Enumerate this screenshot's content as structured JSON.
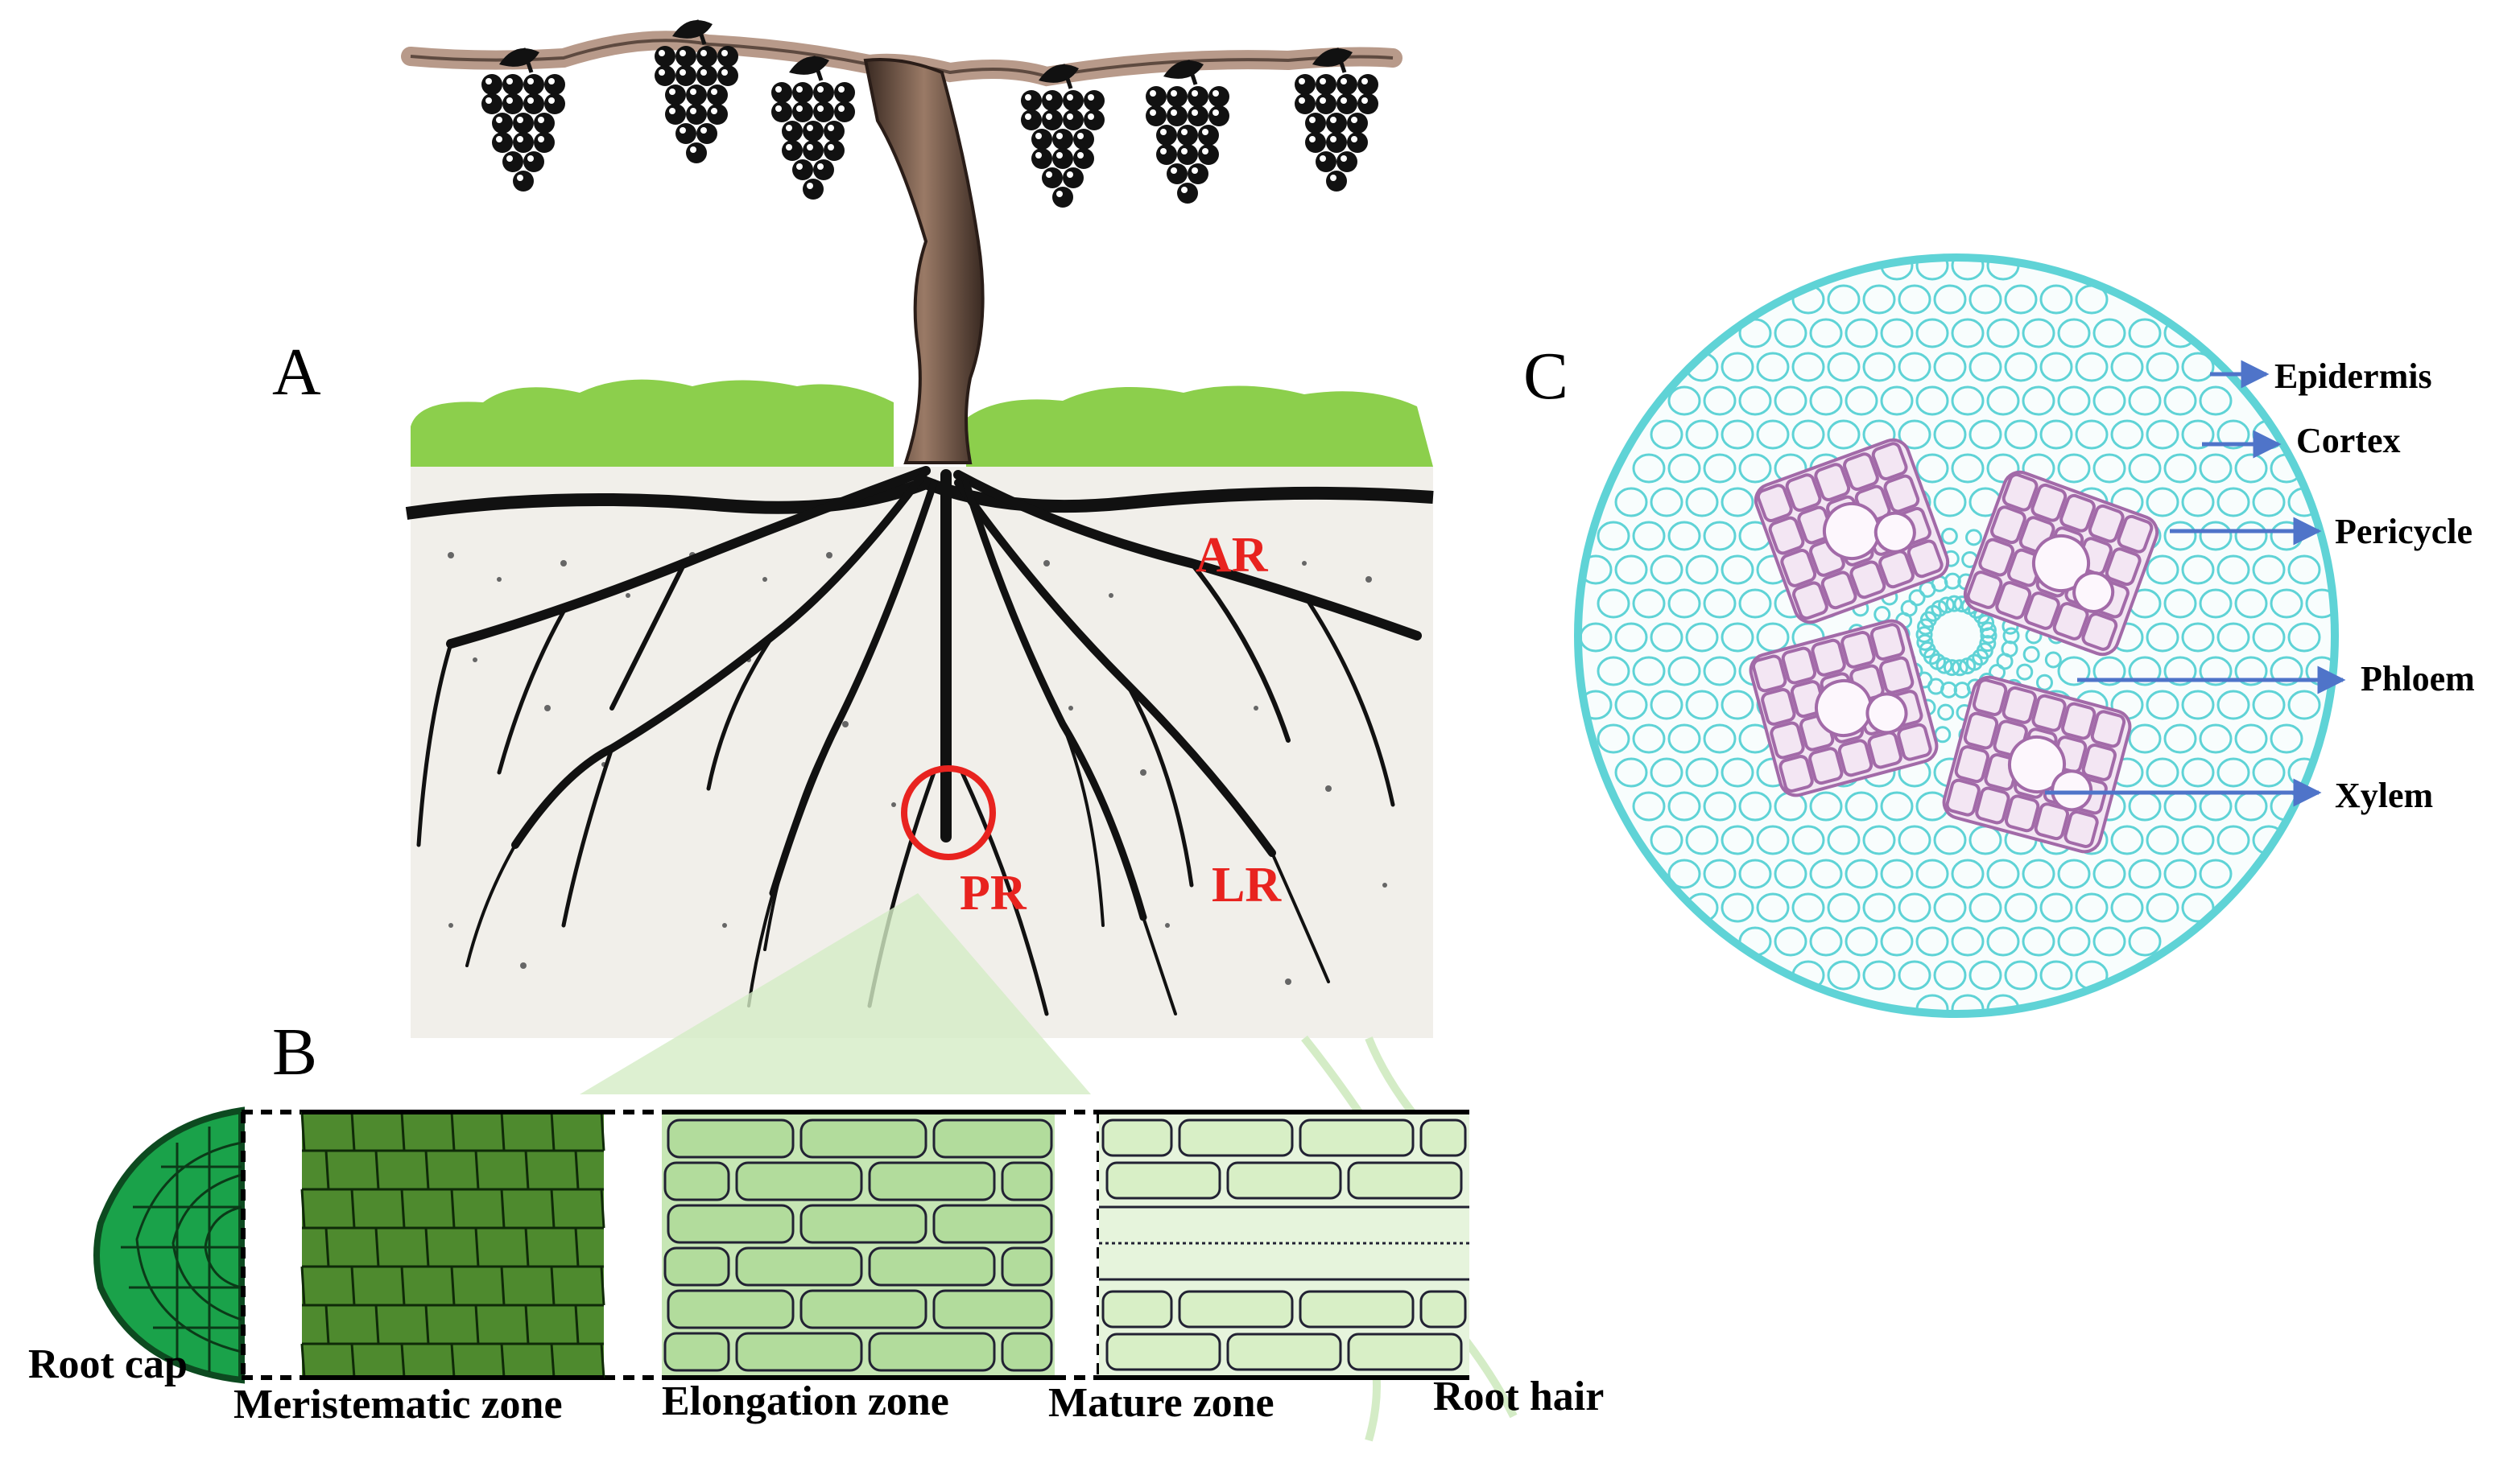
{
  "panels": {
    "a": "A",
    "b": "B",
    "c": "C"
  },
  "panel_a": {
    "root_labels": {
      "adventitious": "AR",
      "primary": "PR",
      "lateral": "LR"
    },
    "label_color": "#e8231f"
  },
  "panel_b": {
    "zones": {
      "root_cap": "Root cap",
      "meristematic": "Meristematic zone",
      "elongation": "Elongation zone",
      "mature": "Mature zone",
      "root_hair": "Root hair"
    },
    "colors": {
      "root_cap": "#1aa24a",
      "meristematic": "#4e8a2e",
      "elongation": "#c6e6b4",
      "mature": "#e6f4dc"
    }
  },
  "panel_c": {
    "tissues": {
      "epidermis": "Epidermis",
      "cortex": "Cortex",
      "pericycle": "Pericycle",
      "phloem": "Phloem",
      "xylem": "Xylem"
    },
    "colors": {
      "cells": "#5fd3d6",
      "xylem": "#a26aa8",
      "arrows": "#4f74c9"
    }
  },
  "icons": {
    "grape": "grape-bunch-icon"
  }
}
